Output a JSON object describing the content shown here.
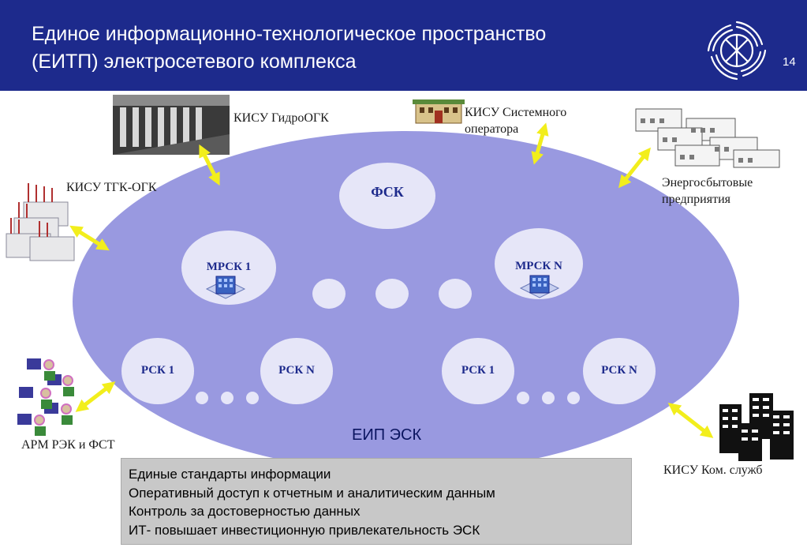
{
  "header": {
    "title_line1": "Единое информационно-технологическое пространство",
    "title_line2": "(ЕИТП) электросетевого комплекса",
    "page_number": "14"
  },
  "diagram": {
    "center": {
      "fsk": "ФСК",
      "mrsk_1": "МРСК 1",
      "mrsk_n": "МРСК N",
      "rsk_left_1": "РСК 1",
      "rsk_left_n": "РСК N",
      "rsk_right_1": "РСК 1",
      "rsk_right_n": "РСК N",
      "eip": "ЕИП ЭСК"
    },
    "external": {
      "hydro_line1": "КИСУ ГидроОГК",
      "so_line1": "КИСУ Системного",
      "so_line2": "оператора",
      "ttk_line1": "КИСУ ТГК-ОГК",
      "sales_line1": "Энергосбытовые",
      "sales_line2": "предприятия",
      "arm_line1": "АРМ РЭК и ФСТ",
      "kom_line1": "КИСУ Ком. служб"
    }
  },
  "info_box": {
    "lines": [
      "Единые стандарты информации",
      "Оперативный доступ к отчетным и аналитическим данным",
      "Контроль за достоверностью данных",
      "ИТ- повышает инвестиционную привлекательность ЭСК"
    ]
  },
  "colors": {
    "header_bg": "#1d2a8c",
    "ellipse": "#9999e0",
    "node": "#e6e6f8",
    "arrow": "#f2ee1c",
    "info_bg": "#c8c8c8"
  }
}
